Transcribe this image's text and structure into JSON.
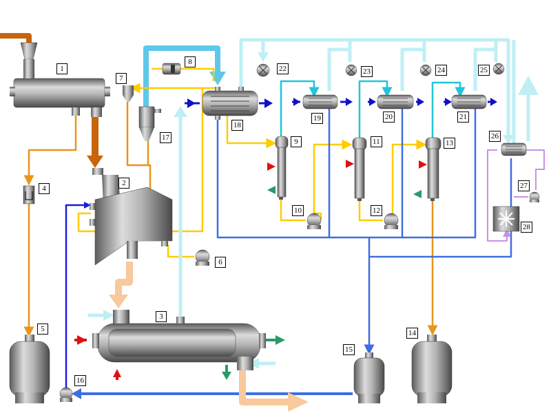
{
  "diagram": {
    "equipment": [
      {
        "id": "1",
        "label": "1"
      },
      {
        "id": "2",
        "label": "2"
      },
      {
        "id": "3",
        "label": "3"
      },
      {
        "id": "4",
        "label": "4"
      },
      {
        "id": "5",
        "label": "5"
      },
      {
        "id": "6",
        "label": "6"
      },
      {
        "id": "7",
        "label": "7"
      },
      {
        "id": "8",
        "label": "8"
      },
      {
        "id": "9",
        "label": "9"
      },
      {
        "id": "10",
        "label": "10"
      },
      {
        "id": "11",
        "label": "11"
      },
      {
        "id": "12",
        "label": "12"
      },
      {
        "id": "13",
        "label": "13"
      },
      {
        "id": "14",
        "label": "14"
      },
      {
        "id": "15",
        "label": "15"
      },
      {
        "id": "16",
        "label": "16"
      },
      {
        "id": "17",
        "label": "17"
      },
      {
        "id": "18",
        "label": "18"
      },
      {
        "id": "19",
        "label": "19"
      },
      {
        "id": "20",
        "label": "20"
      },
      {
        "id": "21",
        "label": "21"
      },
      {
        "id": "22",
        "label": "22"
      },
      {
        "id": "23",
        "label": "23"
      },
      {
        "id": "24",
        "label": "24"
      },
      {
        "id": "25",
        "label": "25"
      },
      {
        "id": "26",
        "label": "26"
      },
      {
        "id": "27",
        "label": "27"
      },
      {
        "id": "28",
        "label": "28"
      }
    ],
    "stream_colors": {
      "solids_feed": "#c8640a",
      "steam": "#bfeff5",
      "vapor_thick": "#5ec8ea",
      "condensate": "#ffcc00",
      "hot_water": "#e8951a",
      "cooling_water": "#3d6ee0",
      "chilled_water": "#22c4dc",
      "refrigerant": "#c890e6",
      "product": "#f8c99c",
      "heat_in": "#e01010",
      "heat_out": "#2a9a6a",
      "water_inlet": "#1010cc"
    }
  }
}
